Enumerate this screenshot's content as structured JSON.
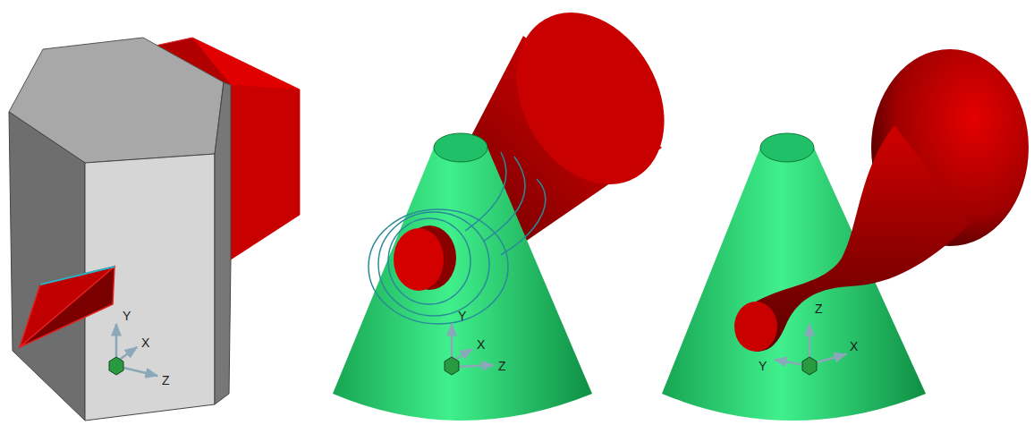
{
  "diagram": {
    "labels": [
      "Y",
      "X",
      "Z",
      "Y",
      "X",
      "Z",
      "Z",
      "Y",
      "X"
    ]
  }
}
